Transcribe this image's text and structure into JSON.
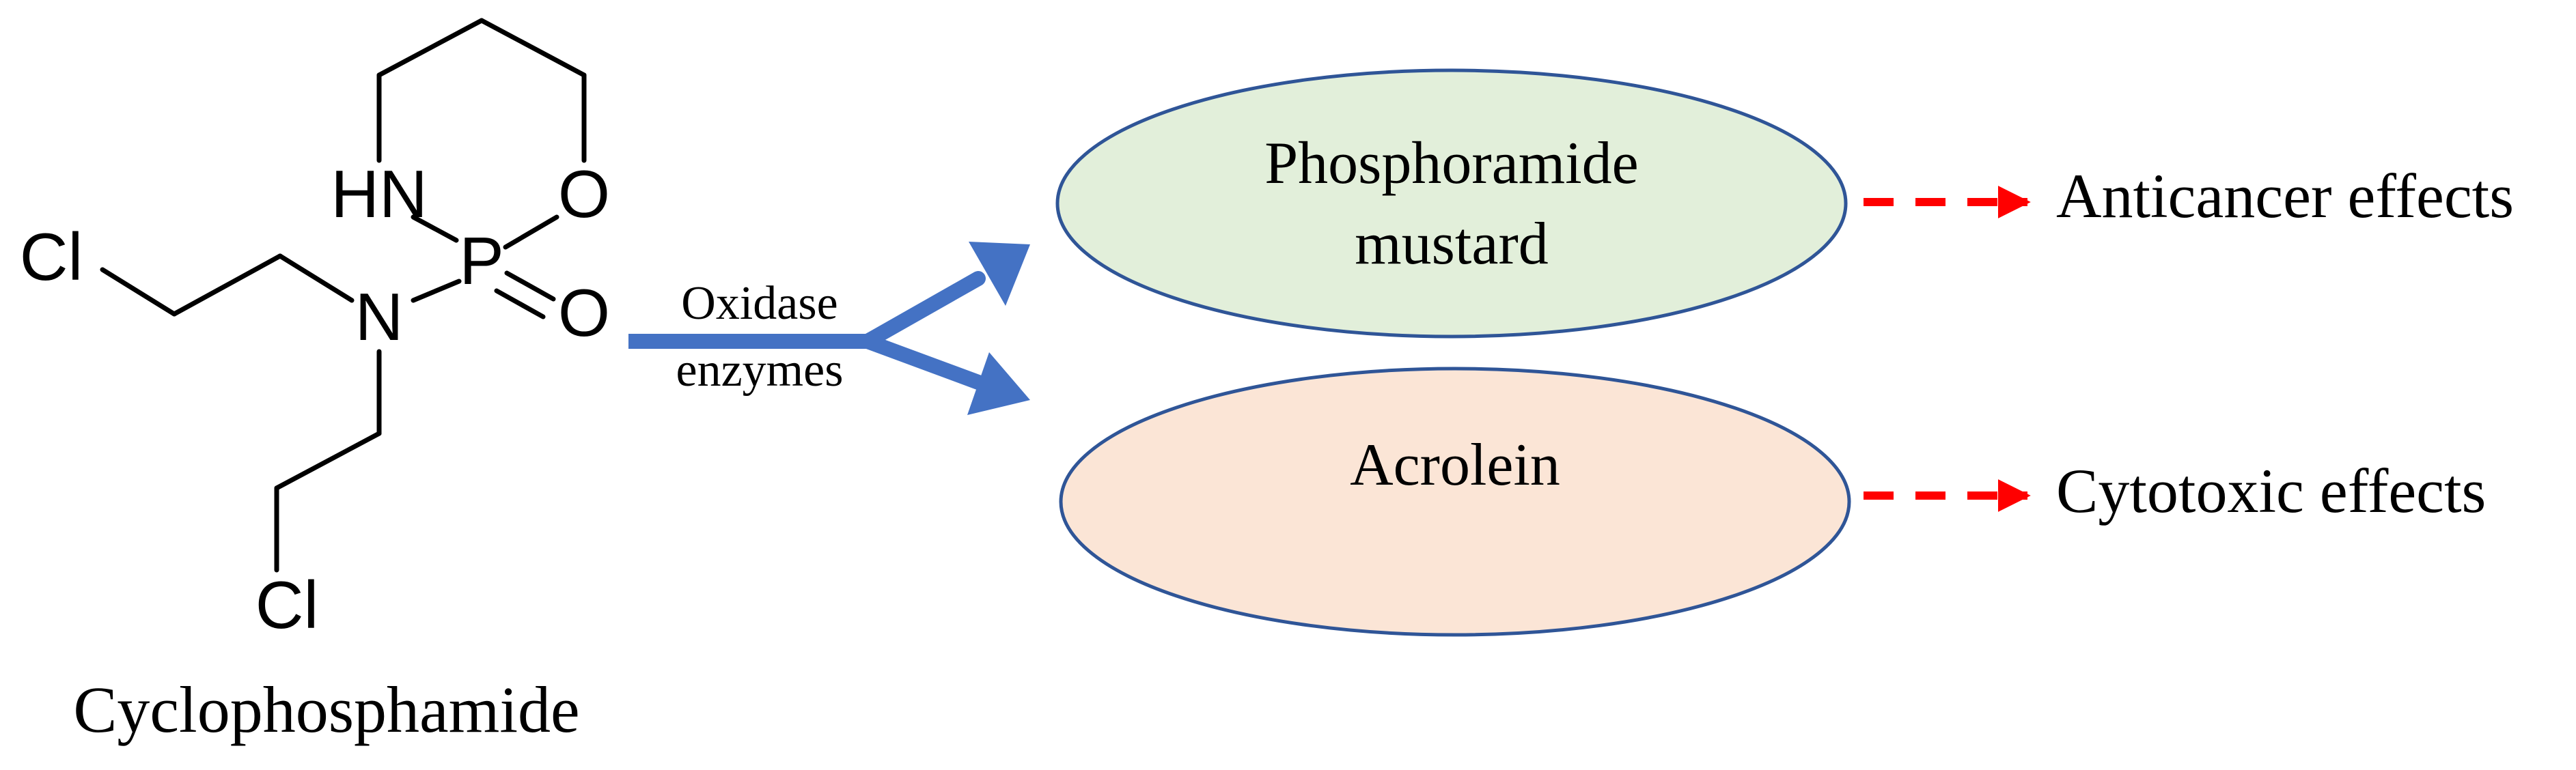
{
  "molecule": {
    "name": "Cyclophosphamide",
    "atoms": {
      "hn": "HN",
      "o_ring": "O",
      "p": "P",
      "o_double": "O",
      "n": "N",
      "cl_left": "Cl",
      "cl_bottom": "Cl"
    }
  },
  "reaction": {
    "label_line1": "Oxidase",
    "label_line2": "enzymes"
  },
  "products": [
    {
      "line1": "Phosphoramide",
      "line2": "mustard",
      "fill": "#e2efda",
      "effect": "Anticancer effects"
    },
    {
      "line1": "Acrolein",
      "line2": "",
      "fill": "#fbe5d6",
      "effect": "Cytotoxic effects"
    }
  ],
  "colors": {
    "arrow_blue": "#4472c4",
    "ellipse_stroke": "#2f5597",
    "dashed_arrow": "#ff0000",
    "effect_text": "#7030a0"
  }
}
